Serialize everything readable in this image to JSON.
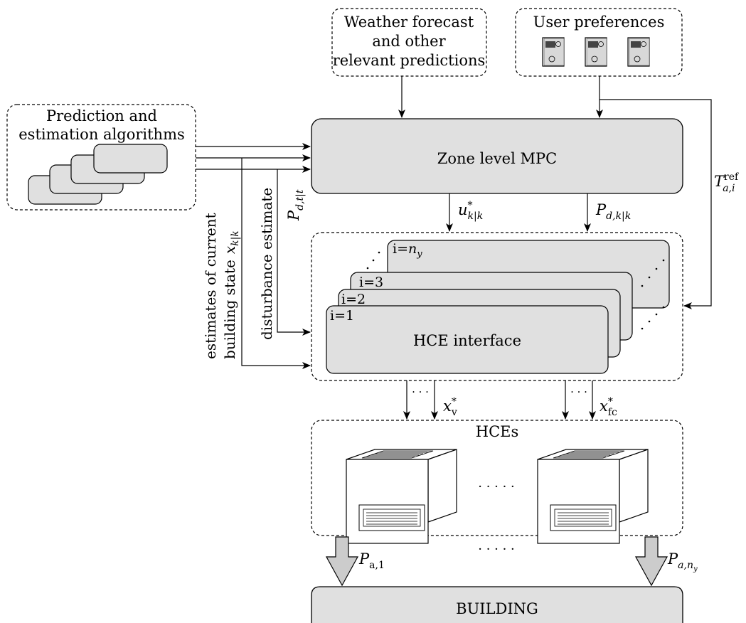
{
  "weather_box": {
    "line1": "Weather forecast",
    "line2": "and other",
    "line3": "relevant predictions"
  },
  "user_box": {
    "title": "User preferences",
    "thermostat_count": 3
  },
  "prediction_box": {
    "line1": "Prediction and",
    "line2": "estimation algorithms"
  },
  "mpc": {
    "label": "Zone level MPC"
  },
  "signals": {
    "u_opt": {
      "main": "u",
      "sup": "*",
      "sub": "k|k"
    },
    "p_dist": {
      "main": "P",
      "sub": "d,k|k"
    },
    "t_ref": {
      "main": "T",
      "sup": "ref",
      "sub": "a,i"
    },
    "p_dt": {
      "main": "P",
      "sub": "d,t|t"
    },
    "x_v": {
      "main": "x",
      "sup": "*",
      "sub": "v"
    },
    "x_fc": {
      "main": "x",
      "sup": "*",
      "sub": "fc"
    },
    "p_a1": {
      "main": "P",
      "sub": "a,1"
    },
    "p_any": {
      "main": "P",
      "sub": "a,n",
      "subsub": "y"
    }
  },
  "vertical_labels": {
    "state_line1": "estimates of current",
    "state_line2": "building state",
    "state_sym_main": "x",
    "state_sym_sub": "k|k",
    "disturbance": "disturbance estimate"
  },
  "hce_interface": {
    "label": "HCE interface",
    "card_labels": [
      "i=1",
      "i=2",
      "i=3"
    ],
    "last_card_prefix": "i=",
    "last_card_main": "n",
    "last_card_sub": "y"
  },
  "hces": {
    "title": "HCEs",
    "dots": "· · · · ·"
  },
  "flow_dots": "· · · · ·",
  "small_dots": "· · ·",
  "building": {
    "label": "BUILDING"
  }
}
